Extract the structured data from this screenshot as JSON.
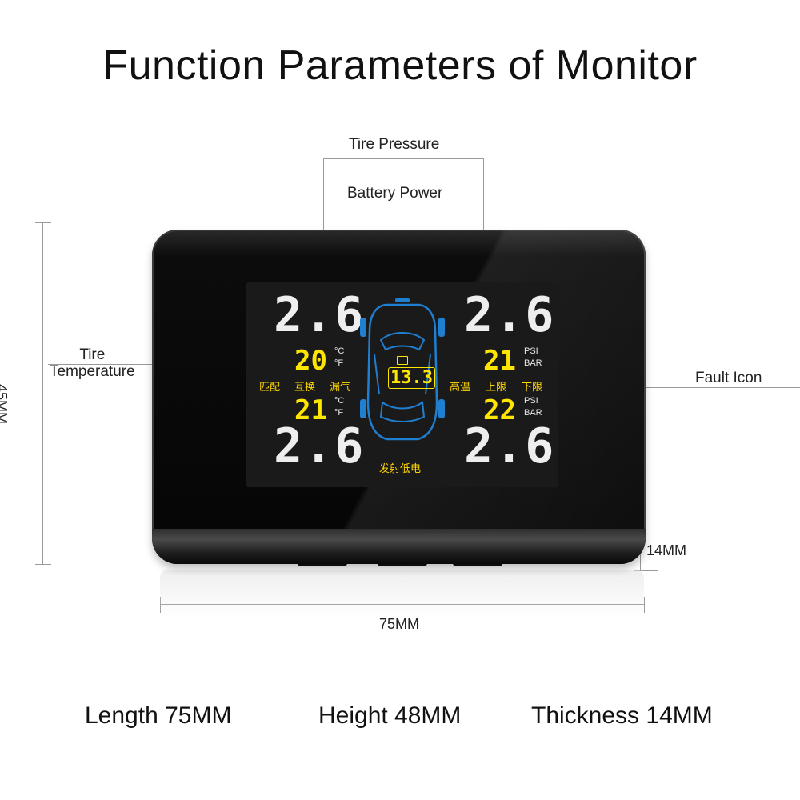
{
  "title": "Function Parameters of Monitor",
  "callouts": {
    "tire_pressure": "Tire Pressure",
    "battery_power": "Battery Power",
    "tire_temperature": "Tire\nTemperature",
    "fault_icon": "Fault Icon"
  },
  "dimensions": {
    "height_side": "45MM",
    "thickness": "14MM",
    "width": "75MM"
  },
  "specs": {
    "length": "Length 75MM",
    "height": "Height 48MM",
    "thickness": "Thickness 14MM"
  },
  "display": {
    "pressure_fl": "2.6",
    "pressure_fr": "2.6",
    "pressure_rl": "2.6",
    "pressure_rr": "2.6",
    "temp_front_left": "20",
    "temp_rear_left": "21",
    "value_front_right": "21",
    "value_rear_right": "22",
    "unit_c": "°C",
    "unit_f": "°F",
    "unit_psi": "PSI",
    "unit_bar": "BAR",
    "battery_voltage": "13.3",
    "label_pair": "匹配",
    "label_swap": "互换",
    "label_leak": "漏气",
    "label_high_temp": "高温",
    "label_upper": "上限",
    "label_lower": "下限",
    "label_low_battery": "发射低电"
  },
  "colors": {
    "screen_digits": "#eeeeee",
    "accent_yellow": "#ffe600",
    "car_outline": "#1f7fd0",
    "device_body": "#050505"
  }
}
